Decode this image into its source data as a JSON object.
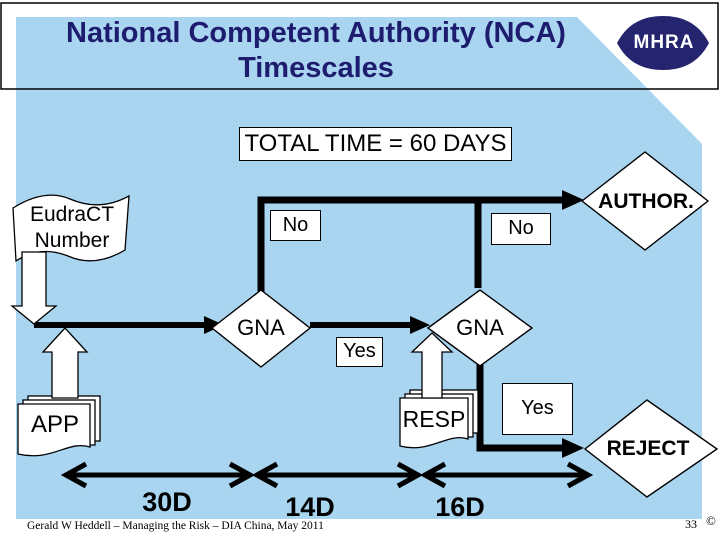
{
  "header": {
    "title_line1": "National Competent Authority (NCA)",
    "title_line2": "Timescales",
    "logo_text": "MHRA"
  },
  "banner": {
    "total_time": "TOTAL TIME = 60 DAYS"
  },
  "flowchart": {
    "eudract_label": "EudraCT Number",
    "no_label_1": "No",
    "no_label_2": "No",
    "gna_label_1": "GNA",
    "gna_label_2": "GNA",
    "yes_label_1": "Yes",
    "yes_label_2": "Yes",
    "author_label": "AUTHOR.",
    "reject_label": "REJECT",
    "app_label": "APP",
    "resp_label": "RESP"
  },
  "timeline": {
    "segments": [
      {
        "label": "30D"
      },
      {
        "label": "14D"
      },
      {
        "label": "16D"
      }
    ]
  },
  "footer": {
    "credit": "Gerald W Heddell –  Managing the Risk – DIA China, May 2011",
    "page_number": "33",
    "copyright_symbol": "©"
  },
  "colors": {
    "slide_blue": "#a9d5f0",
    "navy": "#1d1c6e",
    "logo_navy": "#24246f",
    "line_black": "#000000"
  },
  "icons": {
    "logo": "mhra-lens-logo"
  }
}
